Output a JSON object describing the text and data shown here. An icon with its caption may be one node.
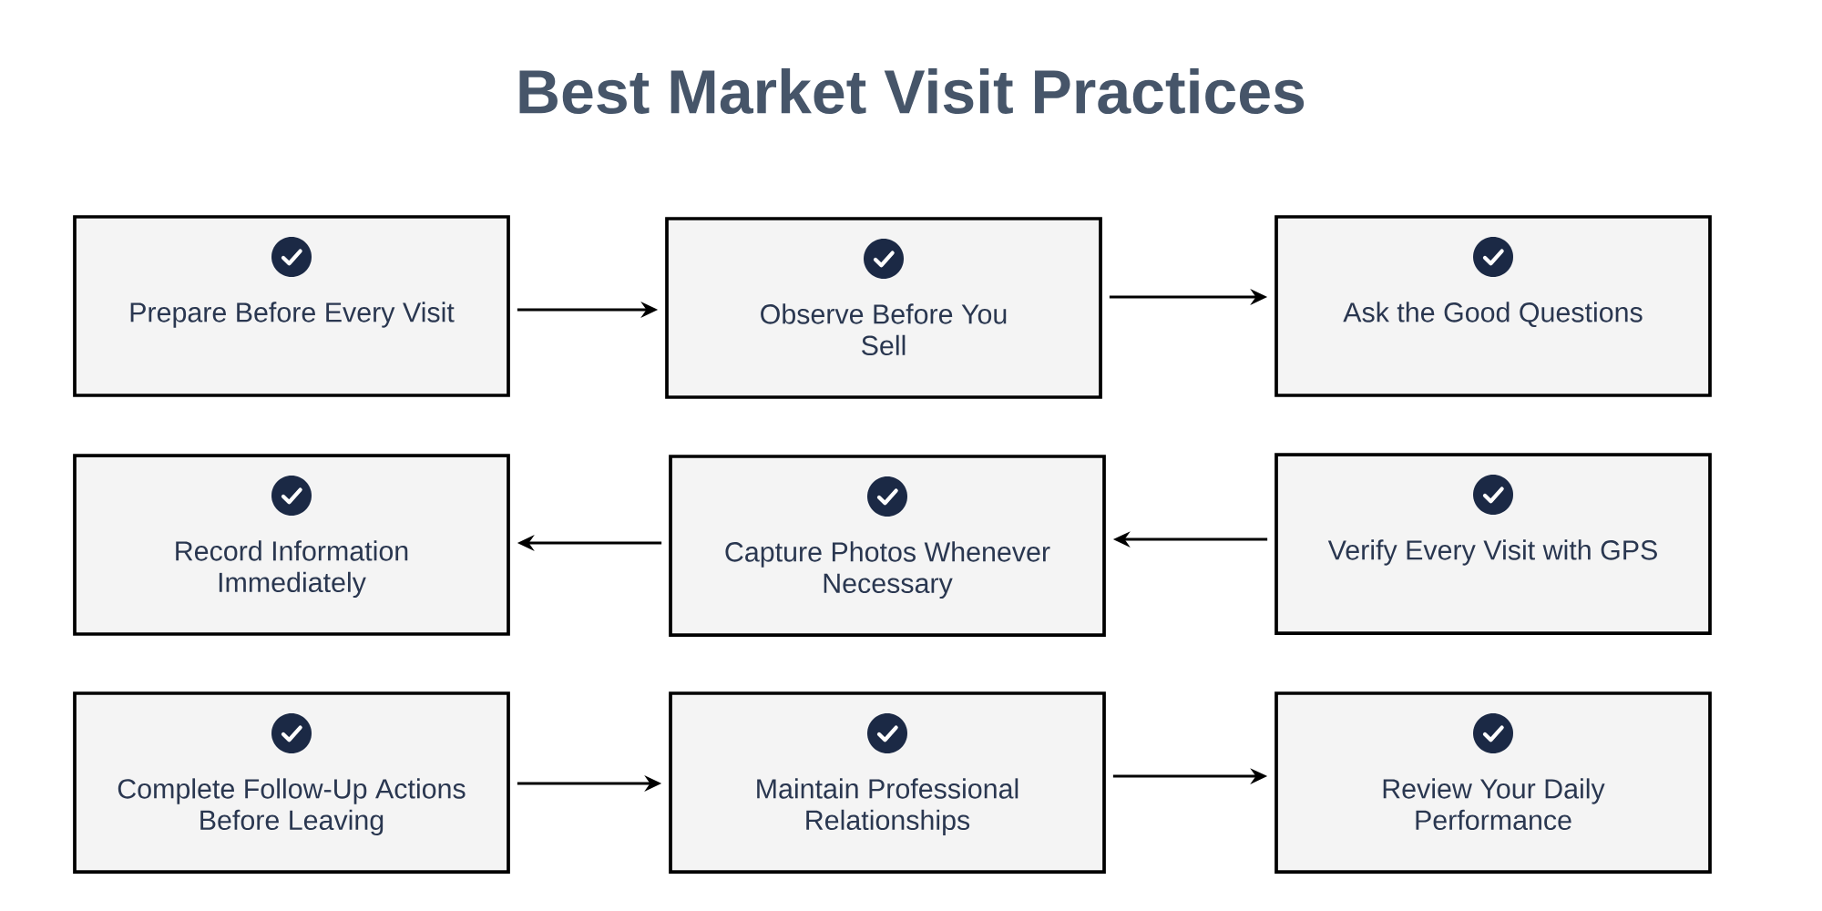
{
  "diagram": {
    "title": "Best Market Visit Practices",
    "nodes": [
      {
        "text": [
          "Prepare Before Every Visit"
        ]
      },
      {
        "text": [
          "Observe Before You Sell"
        ]
      },
      {
        "text": [
          "Ask the Good Questions"
        ]
      },
      {
        "text": [
          "Record Information Immediately"
        ]
      },
      {
        "text": [
          "Capture Photos Whenever Necessary"
        ]
      },
      {
        "text": [
          "Verify Every Visit with GPS"
        ]
      },
      {
        "text": [
          "Complete Follow-Up Actions Before Leaving"
        ]
      },
      {
        "text": [
          "Maintain Professional Relationships"
        ]
      },
      {
        "text": [
          "Review Your Daily Performance"
        ]
      }
    ],
    "edges": [
      {
        "from": 0,
        "to": 1,
        "arrow": "to"
      },
      {
        "from": 1,
        "to": 2,
        "arrow": "to"
      },
      {
        "from": 5,
        "to": 4,
        "arrow": "to"
      },
      {
        "from": 4,
        "to": 3,
        "arrow": "to"
      },
      {
        "from": 6,
        "to": 7,
        "arrow": "to"
      },
      {
        "from": 7,
        "to": 8,
        "arrow": "to"
      }
    ]
  }
}
